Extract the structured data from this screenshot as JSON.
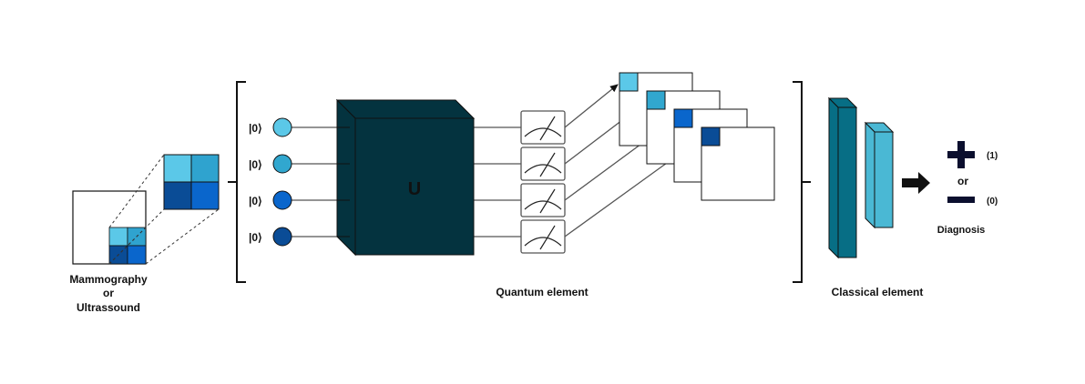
{
  "input": {
    "label_lines": [
      "Mammography",
      "or",
      "Ultrassound"
    ],
    "patch_colors": [
      "#5bc8e8",
      "#2fa3cf",
      "#0a4c96",
      "#0a66cc"
    ]
  },
  "quantum": {
    "label": "Quantum element",
    "qubits": [
      {
        "ket": "|0⟩",
        "color": "#5bc8e8"
      },
      {
        "ket": "|0⟩",
        "color": "#31a7cf"
      },
      {
        "ket": "|0⟩",
        "color": "#0a66cc"
      },
      {
        "ket": "|0⟩",
        "color": "#0a4c96"
      }
    ],
    "unitary_label": "U",
    "unitary_color": "#04333f",
    "measurement_count": 4,
    "feature_map_colors": [
      "#5bc8e8",
      "#31a7cf",
      "#0a66cc",
      "#0a4c96"
    ]
  },
  "classical": {
    "label": "Classical element",
    "layer_colors": [
      "#076e85",
      "#4ab8d4"
    ]
  },
  "output": {
    "positive_symbol_label": "(1)",
    "or_label": "or",
    "negative_symbol_label": "(0)",
    "diagnosis_label": "Diagnosis",
    "symbol_color": "#0b0f2e"
  }
}
